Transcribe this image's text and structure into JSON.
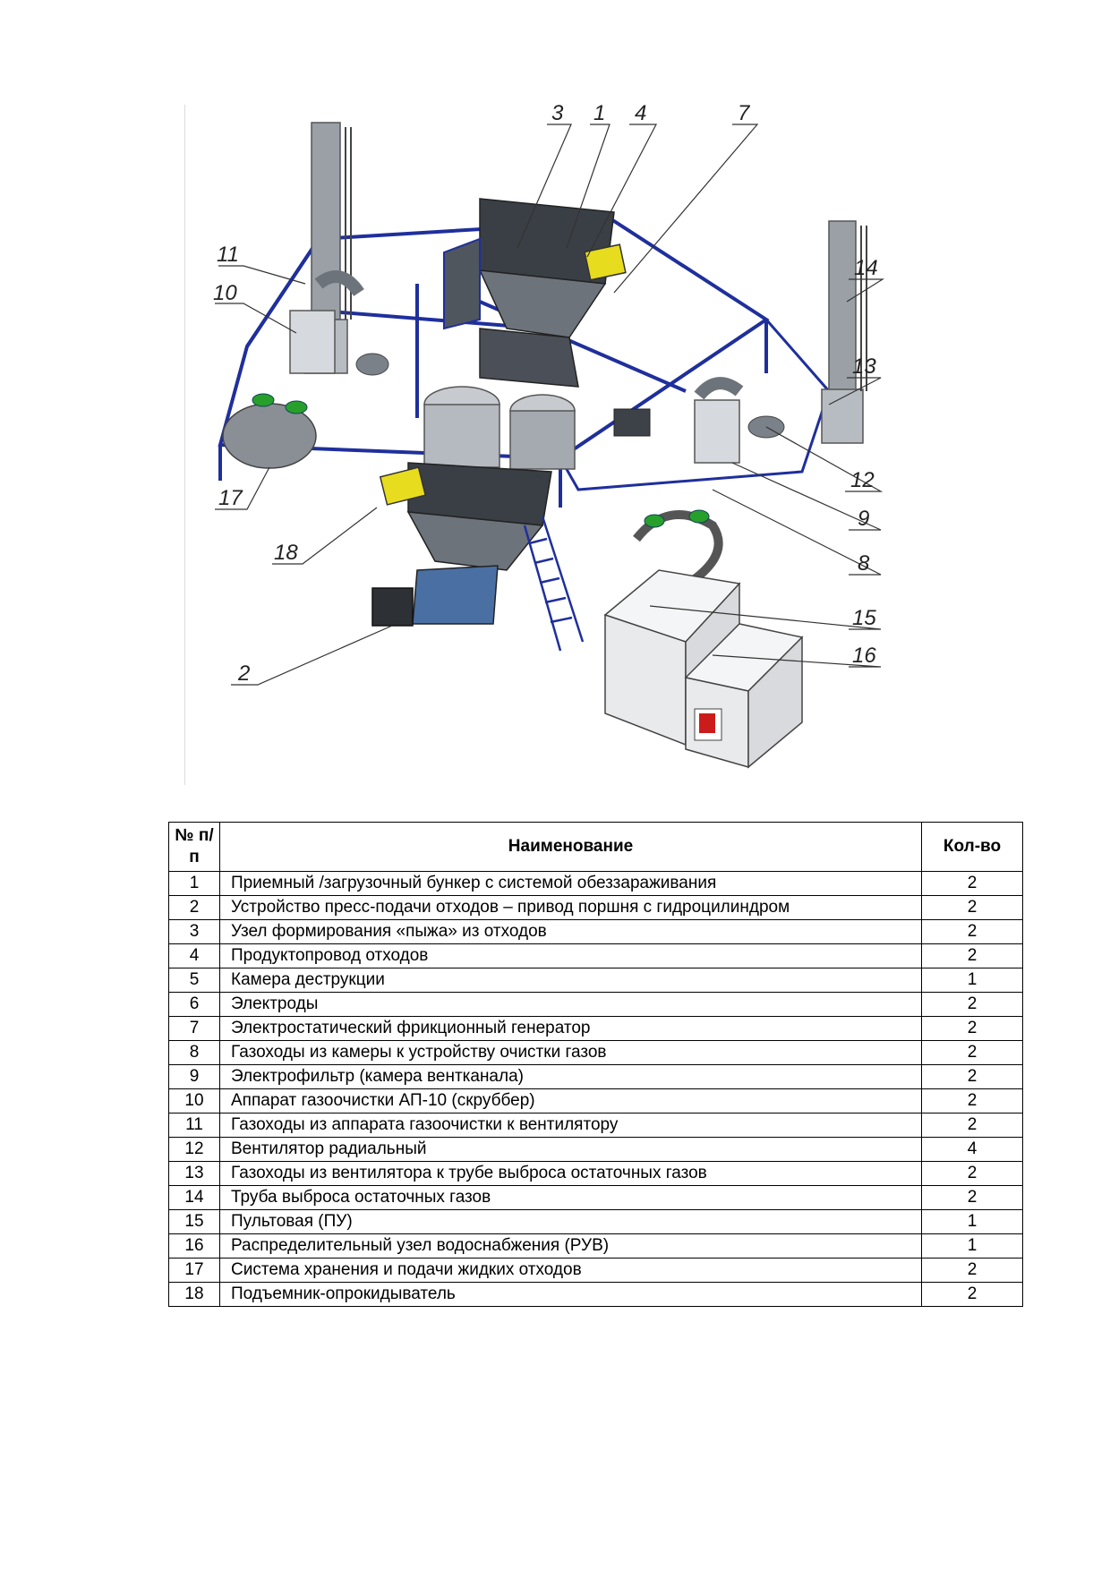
{
  "callouts": [
    "3",
    "1",
    "4",
    "7",
    "11",
    "10",
    "14",
    "13",
    "12",
    "9",
    "8",
    "17",
    "18",
    "15",
    "16",
    "2"
  ],
  "table": {
    "headers": {
      "num": "№ п/п",
      "name": "Наименование",
      "qty": "Кол-во"
    },
    "rows": [
      {
        "num": "1",
        "name": "Приемный /загрузочный бункер с системой обеззараживания",
        "qty": "2"
      },
      {
        "num": "2",
        "name": "Устройство пресс-подачи отходов – привод поршня с гидроцилиндром",
        "qty": "2"
      },
      {
        "num": "3",
        "name": "Узел формирования «пыжа» из отходов",
        "qty": "2"
      },
      {
        "num": "4",
        "name": "Продуктопровод отходов",
        "qty": "2"
      },
      {
        "num": "5",
        "name": "Камера деструкции",
        "qty": "1"
      },
      {
        "num": "6",
        "name": "Электроды",
        "qty": "2"
      },
      {
        "num": "7",
        "name": "Электростатический фрикционный генератор",
        "qty": "2"
      },
      {
        "num": "8",
        "name": "Газоходы из камеры к устройству очистки газов",
        "qty": "2"
      },
      {
        "num": "9",
        "name": "Электрофильтр (камера вентканала)",
        "qty": "2"
      },
      {
        "num": "10",
        "name": "Аппарат газоочистки АП-10 (скруббер)",
        "qty": "2"
      },
      {
        "num": "11",
        "name": "Газоходы из аппарата газоочистки к вентилятору",
        "qty": "2"
      },
      {
        "num": "12",
        "name": "Вентилятор радиальный",
        "qty": "4"
      },
      {
        "num": "13",
        "name": "Газоходы из вентилятора к трубе выброса остаточных газов",
        "qty": "2"
      },
      {
        "num": "14",
        "name": "Труба выброса остаточных газов",
        "qty": "2"
      },
      {
        "num": "15",
        "name": "Пультовая (ПУ)",
        "qty": "1"
      },
      {
        "num": "16",
        "name": "Распределительный узел водоснабжения (РУВ)",
        "qty": "1"
      },
      {
        "num": "17",
        "name": "Система хранения и подачи жидких отходов",
        "qty": "2"
      },
      {
        "num": "18",
        "name": "Подъемник-опрокидыватель",
        "qty": "2"
      }
    ]
  },
  "colors": {
    "frame": "#1f2f9c",
    "equipment": "#8a8f96",
    "equipment_light": "#cfd3d8",
    "dark": "#2d3035",
    "yellow": "#e8dc1e",
    "green": "#27a02b",
    "container": "#e9eaec",
    "red": "#cc1b1b"
  }
}
